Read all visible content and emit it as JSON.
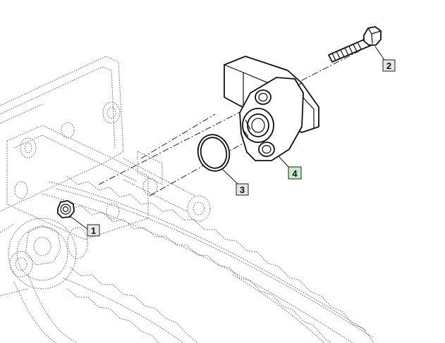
{
  "callouts": [
    {
      "id": "1",
      "label": "1",
      "fill": "#e6e6e6"
    },
    {
      "id": "2",
      "label": "2",
      "fill": "#e6e6e6"
    },
    {
      "id": "3",
      "label": "3",
      "fill": "#e6e6e6"
    },
    {
      "id": "4",
      "label": "4",
      "fill": "#c8ecc8"
    }
  ],
  "colors": {
    "ghost_line": "#666666",
    "part_line": "#111111",
    "highlight_border": "#2e8b2e"
  }
}
